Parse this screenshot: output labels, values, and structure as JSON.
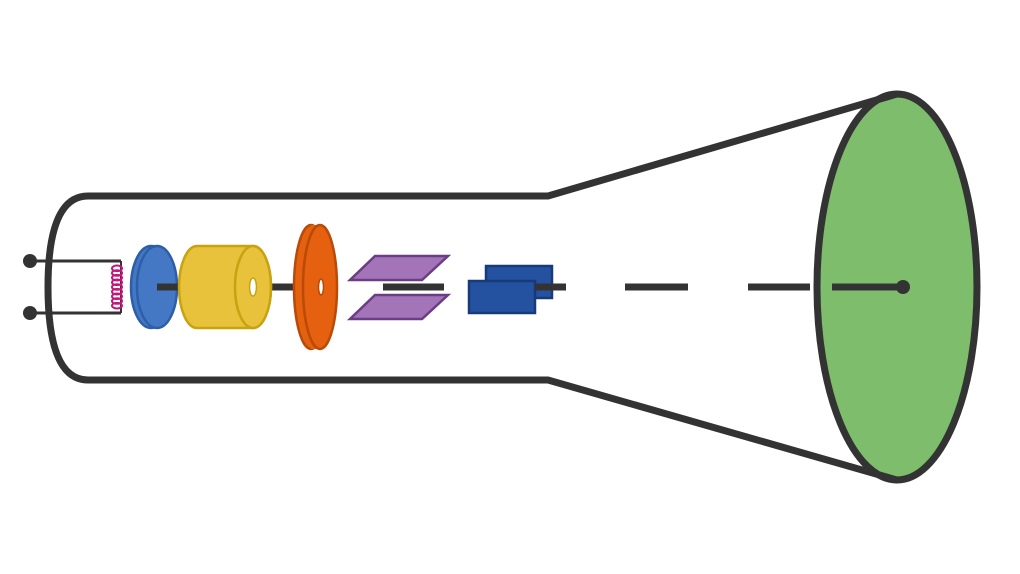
{
  "diagram": {
    "components": [
      {
        "id": "lead-terminals",
        "icon": "terminal-dot-icon"
      },
      {
        "id": "heater-filament",
        "icon": "coil-icon"
      },
      {
        "id": "cathode",
        "icon": "disc-icon"
      },
      {
        "id": "control-grid-cylinder",
        "icon": "cylinder-icon"
      },
      {
        "id": "anode-disc",
        "icon": "disc-icon"
      },
      {
        "id": "vertical-deflection-plates",
        "icon": "parallelogram-plate-icon"
      },
      {
        "id": "horizontal-deflection-plates",
        "icon": "rectangle-plate-icon"
      },
      {
        "id": "fluorescent-screen",
        "icon": "ellipse-screen-icon"
      },
      {
        "id": "electron-beam",
        "icon": "dashed-line-icon"
      }
    ],
    "colors": {
      "outline": "#333333",
      "filament": "#c2187a",
      "cathode": "#4478c4",
      "cathode_stroke": "#2d5ea8",
      "grid": "#e8c23a",
      "grid_stroke": "#c9a20f",
      "anode": "#e5610f",
      "anode_stroke": "#b94a08",
      "vertical_plates": "#a374b8",
      "vertical_plates_stroke": "#6b3d85",
      "horizontal_plates": "#2452a0",
      "horizontal_plates_stroke": "#173a78",
      "screen": "#7dbd6c",
      "background": "#ffffff"
    }
  }
}
